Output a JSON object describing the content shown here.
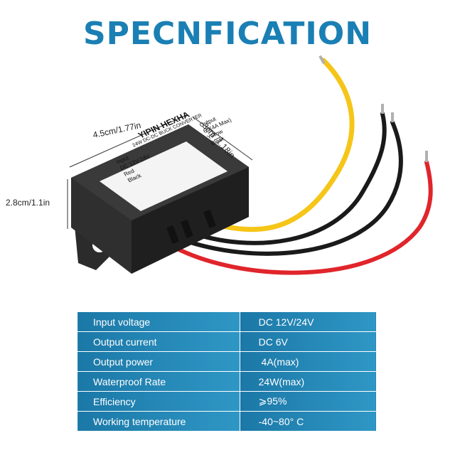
{
  "title": "SPECNFICATION",
  "dimensions": {
    "length": "4.5cm/1.77in",
    "width": "3cm /1.18in",
    "height": "2.8cm/1.1in"
  },
  "product_label": {
    "brand": "YIPIN HEXHA",
    "model": "24W DC-DC BUCK CONVERTER",
    "input_title": "Input",
    "input_voltage": "DC 12V-24V",
    "input_red": "Red",
    "input_black": "Black",
    "output_title": "Output",
    "output_spec": "6V(4A Max)",
    "output_yellow": "Yellow",
    "output_black": "Black"
  },
  "colors": {
    "title": "#1a7fb4",
    "table_bg": "#2489bb",
    "wire_red": "#e0252b",
    "wire_yellow": "#f5c518",
    "wire_black": "#1a1a1a"
  },
  "specs": [
    {
      "label": "Input voltage",
      "value": "DC 12V/24V"
    },
    {
      "label": "Output current",
      "value": "DC 6V"
    },
    {
      "label": "Output power",
      "value": " 4A(max)"
    },
    {
      "label": "Waterproof Rate",
      "value": "24W(max)"
    },
    {
      "label": "Efficiency",
      "value": "⩾95%"
    },
    {
      "label": "Working temperature",
      "value": "-40~80° C"
    }
  ]
}
